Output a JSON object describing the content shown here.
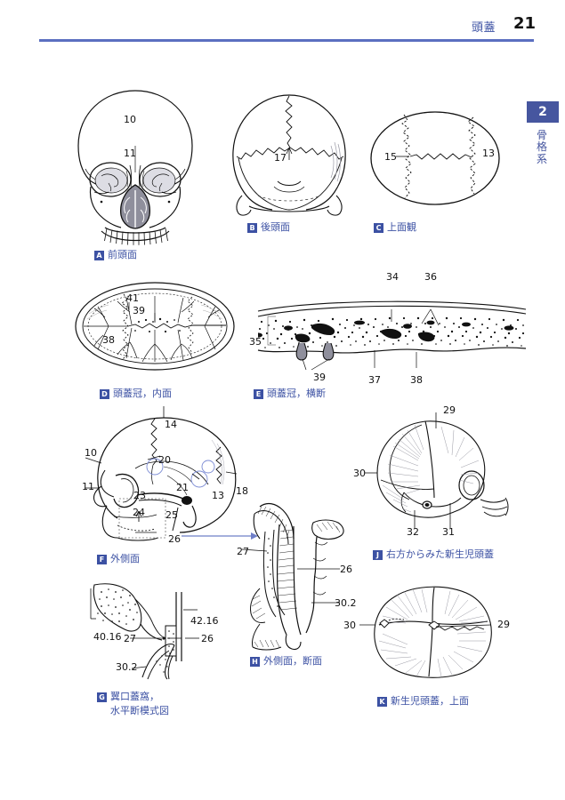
{
  "header": {
    "running_title": "頭蓋",
    "page_number": "21"
  },
  "chapter_tab": {
    "number": "2",
    "label_line1": "骨",
    "label_line2": "格",
    "label_line3": "系"
  },
  "figures": [
    {
      "key": "A",
      "badge": "A",
      "caption": "前頭面",
      "labels": [
        "10",
        "11"
      ]
    },
    {
      "key": "B",
      "badge": "B",
      "caption": "後頭面",
      "labels": [
        "17"
      ]
    },
    {
      "key": "C",
      "badge": "C",
      "caption": "上面観",
      "labels": [
        "15",
        "13"
      ]
    },
    {
      "key": "D",
      "badge": "D",
      "caption": "頭蓋冠，内面",
      "labels": [
        "41",
        "39",
        "38"
      ]
    },
    {
      "key": "E",
      "badge": "E",
      "caption": "頭蓋冠，横断",
      "labels": [
        "34",
        "36",
        "35",
        "39",
        "37",
        "38"
      ]
    },
    {
      "key": "F",
      "badge": "F",
      "caption": "外側面",
      "labels": [
        "14",
        "10",
        "20",
        "11",
        "21",
        "23",
        "13",
        "18",
        "24",
        "25",
        "26"
      ]
    },
    {
      "key": "G",
      "badge": "G",
      "caption_line1": "翼口蓋窩，",
      "caption_line2": "水平断模式図",
      "labels": [
        "40.16",
        "42.16",
        "27",
        "26",
        "30.2"
      ]
    },
    {
      "key": "H",
      "badge": "H",
      "caption": "外側面，断面",
      "labels": [
        "27",
        "26",
        "30.2"
      ]
    },
    {
      "key": "J",
      "badge": "J",
      "caption": "右方からみた新生児頭蓋",
      "labels": [
        "29",
        "30",
        "32",
        "31"
      ]
    },
    {
      "key": "K",
      "badge": "K",
      "caption": "新生児頭蓋，上面",
      "labels": [
        "30",
        "29"
      ]
    }
  ],
  "label_values": {
    "a10": "10",
    "a11": "11",
    "b17": "17",
    "c15": "15",
    "c13": "13",
    "d41": "41",
    "d39": "39",
    "d38": "38",
    "e34": "34",
    "e36": "36",
    "e35": "35",
    "e39": "39",
    "e37": "37",
    "e38": "38",
    "f14": "14",
    "f10": "10",
    "f20": "20",
    "f11": "11",
    "f21": "21",
    "f23": "23",
    "f13": "13",
    "f18": "18",
    "f24": "24",
    "f25": "25",
    "f26": "26",
    "g4016": "40.16",
    "g4216": "42.16",
    "g27": "27",
    "g26": "26",
    "g302": "30.2",
    "h27": "27",
    "h26": "26",
    "h302": "30.2",
    "j29": "29",
    "j30": "30",
    "j32": "32",
    "j31": "31",
    "k30": "30",
    "k29": "29"
  },
  "colors": {
    "accent": "#3c51a3",
    "rule": "#5b6fc0",
    "tab": "#46569f",
    "ink": "#1a1a1a"
  }
}
